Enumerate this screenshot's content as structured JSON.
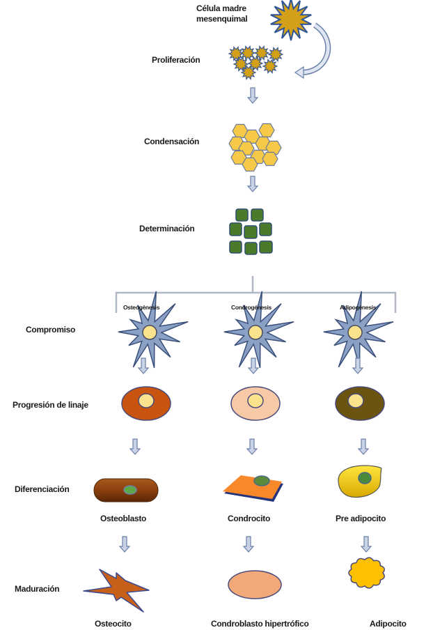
{
  "source": {
    "title_line1": "Célula madre",
    "title_line2": "mesenquimal"
  },
  "stages": {
    "proliferation": "Proliferación",
    "condensation": "Condensación",
    "determination": "Determinación",
    "commitment": "Compromiso",
    "lineage_progression": "Progresión de linaje",
    "differentiation": "Diferenciación",
    "maturation": "Maduración"
  },
  "lineages": [
    {
      "name": "Osteogénesis",
      "differentiated_cell": "Osteoblasto",
      "mature_cell": "Osteocito",
      "progression_color": "#c8540f"
    },
    {
      "name": "Condrogénesis",
      "differentiated_cell": "Condrocito",
      "mature_cell": "Condroblasto hipertrófico",
      "progression_color": "#f7c9a6"
    },
    {
      "name": "Adipogénesis",
      "differentiated_cell": "Pre adipocito",
      "mature_cell": "Adipocito",
      "progression_color": "#6b5310"
    }
  ],
  "colors": {
    "stem_cell": "#d4a017",
    "outline": "#3b5a8f",
    "condensed_cell": "#f7c948",
    "determined_cell": "#4a7a2a",
    "committed_cell": "#8aa0c4",
    "nucleus": "#fbe38e",
    "arrow_fill": "#c9d3e6",
    "arrow_stroke": "#6a7fa8",
    "branch_line": "#b0b8c6"
  }
}
